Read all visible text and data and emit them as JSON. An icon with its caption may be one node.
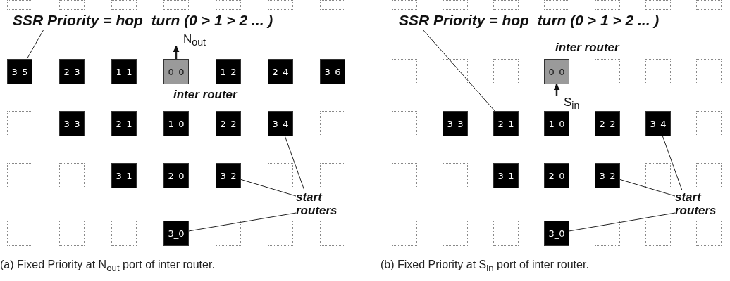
{
  "diagram": {
    "nodes": [
      {
        "text": [
          "SSR Priority = hop_turn (0 > 1 > 2 ... )"
        ]
      },
      {
        "text": [],
        "shape": "box"
      },
      {
        "text": [],
        "shape": "box"
      },
      {
        "text": [],
        "shape": "box"
      },
      {
        "text": [],
        "shape": "box"
      },
      {
        "text": [],
        "shape": "box"
      },
      {
        "text": [],
        "shape": "box"
      },
      {
        "text": [],
        "shape": "box"
      },
      {
        "text": [
          "3_5"
        ]
      },
      {
        "text": [
          "2_3"
        ]
      },
      {
        "text": [
          "1_1"
        ]
      },
      {
        "text": [
          "0_0"
        ],
        "beside": [
          "inter router"
        ]
      },
      {
        "text": [
          "1_2"
        ]
      },
      {
        "text": [
          "2_4"
        ]
      },
      {
        "text": [
          "3_6"
        ]
      },
      {
        "text": [],
        "shape": "box"
      },
      {
        "text": [
          "3_3"
        ]
      },
      {
        "text": [
          "2_1"
        ]
      },
      {
        "text": [
          "1_0"
        ]
      },
      {
        "text": [
          "2_2"
        ]
      },
      {
        "text": [
          "3_4"
        ]
      },
      {
        "text": [],
        "shape": "box"
      },
      {
        "text": [],
        "shape": "box"
      },
      {
        "text": [],
        "shape": "box"
      },
      {
        "text": [
          "3_1"
        ]
      },
      {
        "text": [
          "2_0"
        ]
      },
      {
        "text": [
          "3_2"
        ]
      },
      {
        "text": [],
        "shape": "box"
      },
      {
        "text": [],
        "shape": "box"
      },
      {
        "text": [],
        "shape": "box"
      },
      {
        "text": [],
        "shape": "box"
      },
      {
        "text": [],
        "shape": "box"
      },
      {
        "text": [
          "3_0"
        ]
      },
      {
        "text": [],
        "shape": "box"
      },
      {
        "text": [],
        "shape": "box"
      },
      {
        "text": [],
        "shape": "box"
      },
      {
        "text": [
          "start routers"
        ]
      },
      {
        "text": [
          "SSR Priority = hop_turn (0 > 1 > 2 ... )"
        ]
      },
      {
        "text": [],
        "shape": "box"
      },
      {
        "text": [],
        "shape": "box"
      },
      {
        "text": [],
        "shape": "box"
      },
      {
        "text": [],
        "shape": "box"
      },
      {
        "text": [],
        "shape": "box"
      },
      {
        "text": [],
        "shape": "box"
      },
      {
        "text": [],
        "shape": "box"
      },
      {
        "text": [],
        "shape": "box"
      },
      {
        "text": [],
        "shape": "box"
      },
      {
        "text": [],
        "shape": "box"
      },
      {
        "text": [
          "0_0"
        ],
        "beside": [
          "inter router"
        ]
      },
      {
        "text": [],
        "shape": "box"
      },
      {
        "text": [],
        "shape": "box"
      },
      {
        "text": [],
        "shape": "box"
      },
      {
        "text": [],
        "shape": "box"
      },
      {
        "text": [
          "3_3"
        ]
      },
      {
        "text": [
          "2_1"
        ]
      },
      {
        "text": [
          "1_0"
        ]
      },
      {
        "text": [
          "2_2"
        ]
      },
      {
        "text": [
          "3_4"
        ]
      },
      {
        "text": [],
        "shape": "box"
      },
      {
        "text": [],
        "shape": "box"
      },
      {
        "text": [],
        "shape": "box"
      },
      {
        "text": [
          "3_1"
        ]
      },
      {
        "text": [
          "2_0"
        ]
      },
      {
        "text": [
          "3_2"
        ]
      },
      {
        "text": [],
        "shape": "box"
      },
      {
        "text": [],
        "shape": "box"
      },
      {
        "text": [],
        "shape": "box"
      },
      {
        "text": [],
        "shape": "box"
      },
      {
        "text": [],
        "shape": "box"
      },
      {
        "text": [
          "3_0"
        ]
      },
      {
        "text": [],
        "shape": "box"
      },
      {
        "text": [],
        "shape": "box"
      },
      {
        "text": [],
        "shape": "box"
      },
      {
        "text": [
          "start routers"
        ]
      },
      {
        "text": [
          "N$_{out}$"
        ]
      },
      {
        "text": [
          "S$_{in}$"
        ]
      }
    ],
    "edges": [
      {
        "from": 0,
        "to": 8,
        "arrow": "none"
      },
      {
        "from": 36,
        "to": 20,
        "arrow": "none"
      },
      {
        "from": 36,
        "to": 26,
        "arrow": "none"
      },
      {
        "from": 36,
        "to": 32,
        "arrow": "none"
      },
      {
        "from": 37,
        "to": 54,
        "arrow": "none"
      },
      {
        "from": 73,
        "to": 57,
        "arrow": "none"
      },
      {
        "from": 73,
        "to": 63,
        "arrow": "none"
      },
      {
        "from": 73,
        "to": 69,
        "arrow": "none"
      },
      {
        "from": 11,
        "to": 74,
        "arrow": "to"
      },
      {
        "from": 75,
        "to": 48,
        "arrow": "to"
      }
    ],
    "labels": [
      "(a) Fixed Priority at N$_{out}$ port of inter router.",
      "(b) Fixed Priority at S$_{in}$ port of inter router."
    ]
  }
}
